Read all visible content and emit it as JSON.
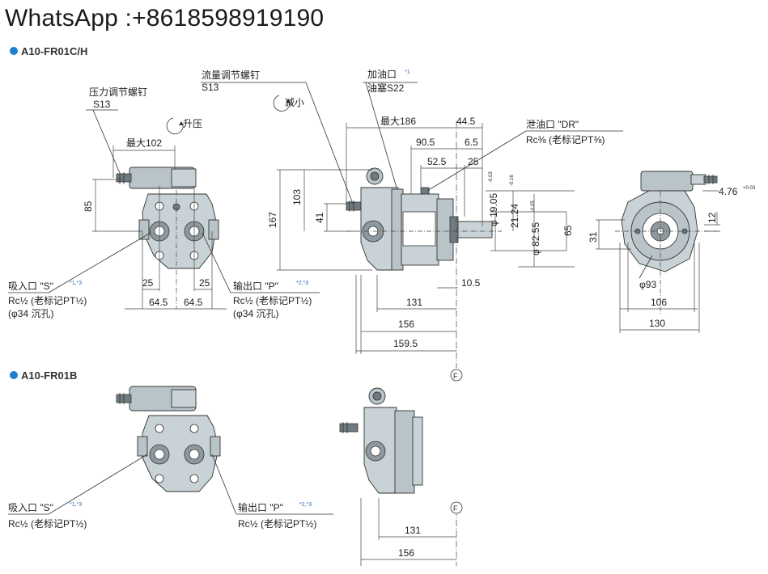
{
  "header": {
    "contact": "WhatsApp :+8618598919190"
  },
  "sections": {
    "top_model": "A10-FR01C/H",
    "bottom_model": "A10-FR01B",
    "bullet_color": "#1e7fd0"
  },
  "labels": {
    "pressure_screw": "压力调节螺钉",
    "pressure_screw_code": "S13",
    "pressure_up": "升压",
    "flow_screw": "流量调节螺钉",
    "flow_screw_code": "S13",
    "flow_down": "减小",
    "oil_fill": "加油口",
    "oil_fill_sup": "*1",
    "oil_plug": "油塞S22",
    "drain": "泄油口 \"DR\"",
    "drain_thread": "Rc⅜ (老标记PT⅜)",
    "inlet": "吸入口 \"S\"",
    "inlet_sup": "*1,*3",
    "inlet_thread": "Rc½ (老标记PT½)",
    "inlet_bore": "(φ34 沉孔)",
    "outlet": "输出口 \"P\"",
    "outlet_sup": "*2,*3",
    "outlet_thread": "Rc½ (老标记PT½)",
    "outlet_bore": "(φ34 沉孔)",
    "inlet_b": "吸入口 \"S\"",
    "inlet_b_sup": "*1,*3",
    "inlet_b_thread": "Rc½ (老标记PT½)",
    "outlet_b": "输出口 \"P\"",
    "outlet_b_sup": "*2,*3",
    "outlet_b_thread": "Rc½ (老标记PT½)",
    "f_mark": "F",
    "f_mark_b": "F"
  },
  "dims": {
    "max102": "最大102",
    "d85": "85",
    "d25a": "25",
    "d25b": "25",
    "d645a": "64.5",
    "d645b": "64.5",
    "max186": "最大186",
    "d445": "44.5",
    "d905": "90.5",
    "d65a": "6.5",
    "d525": "52.5",
    "d25c": "25",
    "d167": "167",
    "d103": "103",
    "d41": "41",
    "phi1905": "φ 19.05",
    "tol1905": "-0.03",
    "d2124": "21.24",
    "tol2124": "-0.16",
    "phi8255": "φ 82.55",
    "tol8255": "-0.05",
    "d65b": "65",
    "d105": "10.5",
    "d131": "131",
    "d156": "156",
    "d1595": "159.5",
    "d31": "31",
    "d12": "12",
    "d476": "4.76",
    "tol476": "+0.03",
    "phi93": "φ93",
    "d106": "106",
    "d130": "130",
    "d131b": "131",
    "d156b": "156"
  }
}
